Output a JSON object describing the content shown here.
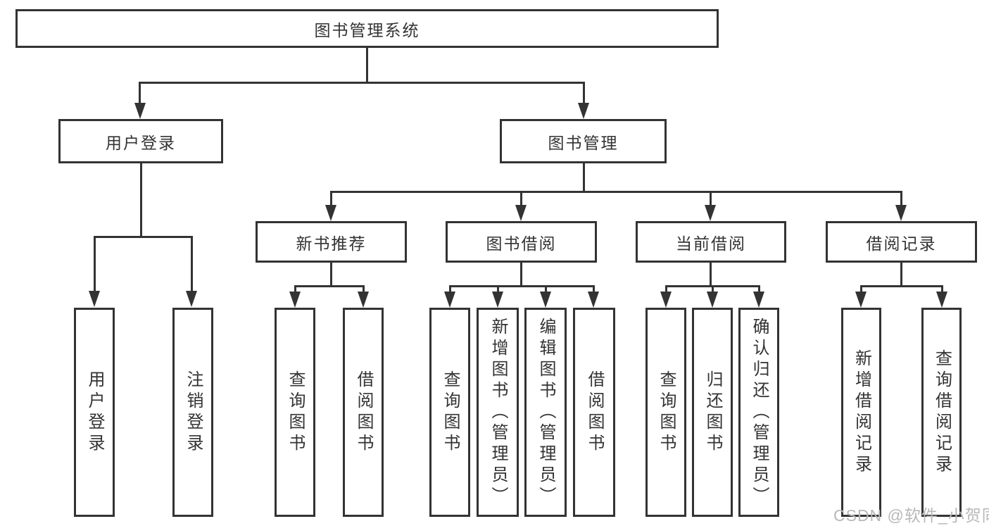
{
  "tree": {
    "label": "图书管理系统",
    "children": [
      {
        "label": "用户登录",
        "children": [
          {
            "label": "用户登录"
          },
          {
            "label": "注销登录"
          }
        ]
      },
      {
        "label": "图书管理",
        "children": [
          {
            "label": "新书推荐",
            "children": [
              {
                "label": "查询图书"
              },
              {
                "label": "借阅图书"
              }
            ]
          },
          {
            "label": "图书借阅",
            "children": [
              {
                "label": "查询图书"
              },
              {
                "label": "新增图书（管理员）"
              },
              {
                "label": "编辑图书（管理员）"
              },
              {
                "label": "借阅图书"
              }
            ]
          },
          {
            "label": "当前借阅",
            "children": [
              {
                "label": "查询图书"
              },
              {
                "label": "归还图书"
              },
              {
                "label": "确认归还（管理员）"
              }
            ]
          },
          {
            "label": "借阅记录",
            "children": [
              {
                "label": "新增借阅记录"
              },
              {
                "label": "查询借阅记录"
              }
            ]
          }
        ]
      }
    ]
  },
  "watermark": {
    "text": "CSDN @软件_小贺同学"
  },
  "colors": {
    "line": "#333333",
    "text": "#333333",
    "watermark": "#b8b8b8",
    "background": "#ffffff"
  }
}
